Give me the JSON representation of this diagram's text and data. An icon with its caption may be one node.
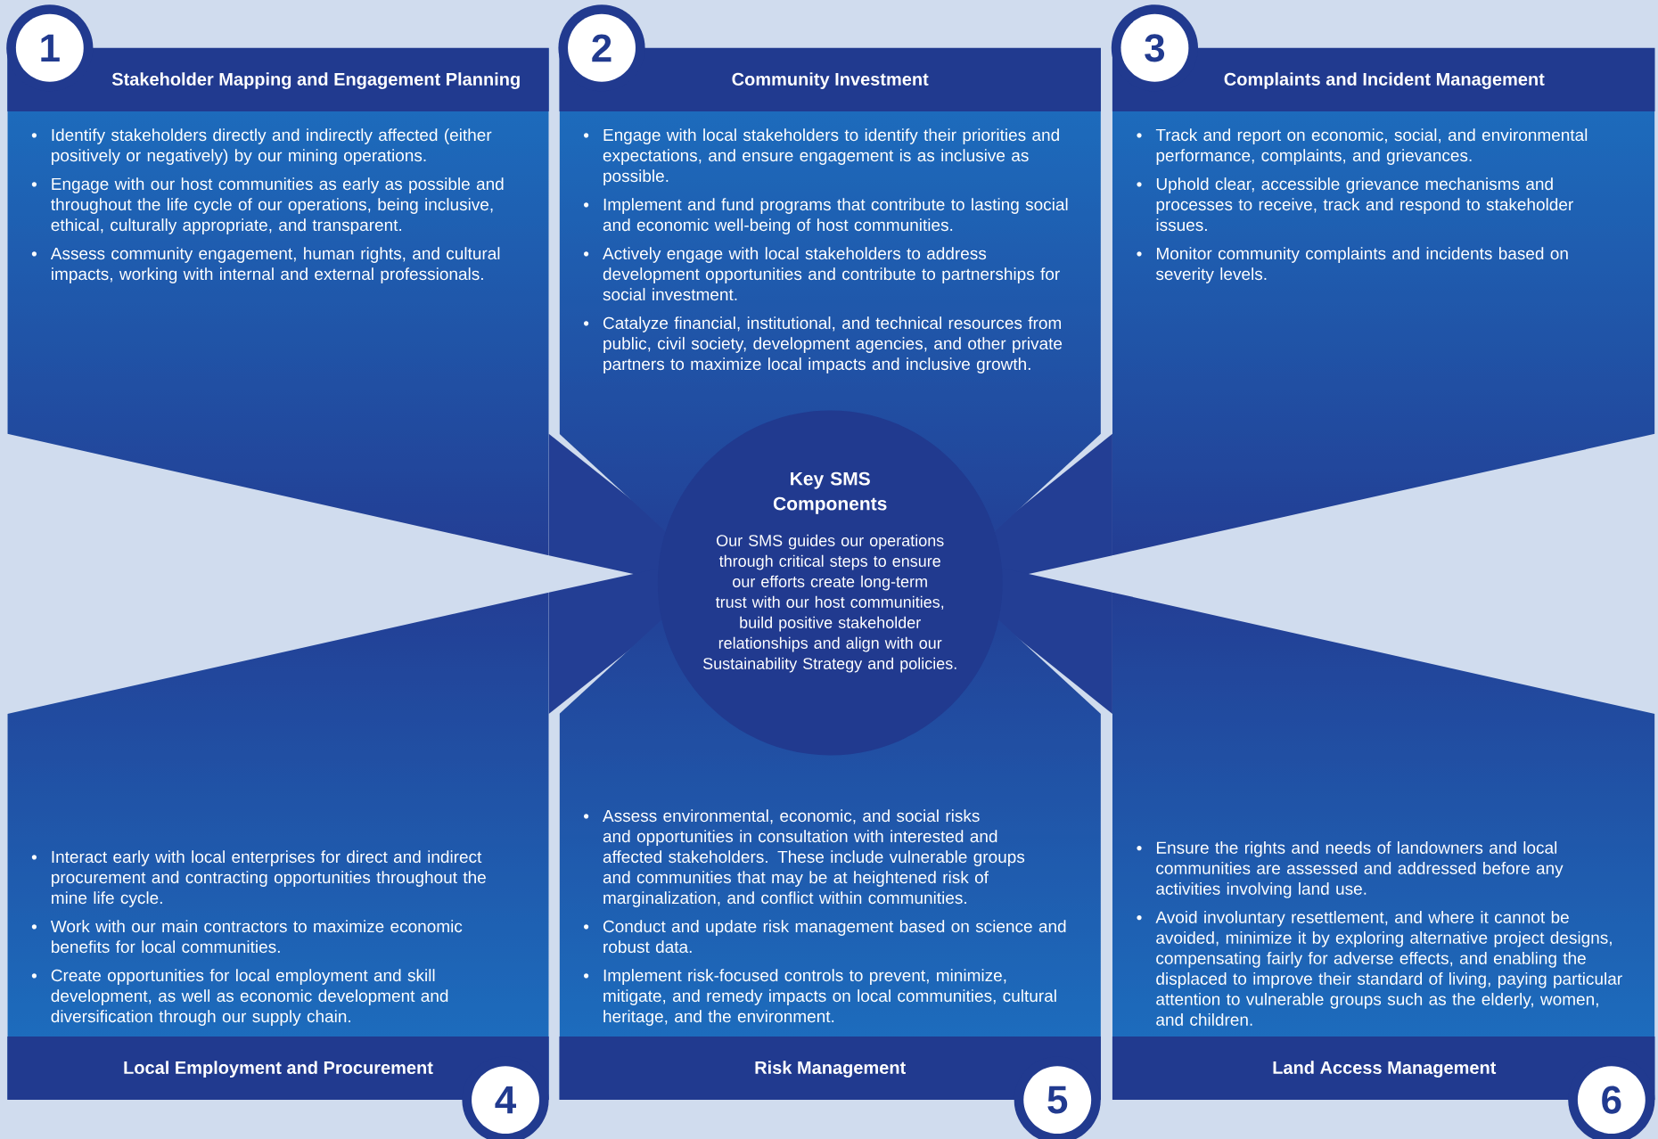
{
  "diagram": {
    "nodes": [
      {
        "text": [
          "1",
          "Stakeholder Mapping and Engagement Planning",
          "Identify stakeholders directly and indirectly affected (either positively or negatively) by our mining operations.",
          "Engage with our host communities as early as possible and throughout the life cycle of our operations, being inclusive, ethical, culturally appropriate, and transparent.",
          "Assess community engagement, human rights, and cultural impacts, working with internal and external professionals."
        ]
      },
      {
        "text": [
          "2",
          "Community Investment",
          "Engage with local stakeholders to identify their priorities and expectations, and ensure engagement is as inclusive as possible.",
          "Implement and fund programs that contribute to lasting social and economic well-being of host communities.",
          "Actively engage with local stakeholders to address development opportunities and contribute to partnerships for social investment.",
          "Catalyze financial, institutional, and technical resources from public, civil society, development agencies, and other private partners to maximize local impacts and inclusive growth."
        ]
      },
      {
        "text": [
          "3",
          "Complaints and Incident Management",
          "Track and report on economic, social, and environmental performance, complaints, and grievances.",
          "Uphold clear, accessible grievance mechanisms and processes to receive, track and respond to stakeholder issues.",
          "Monitor community complaints and incidents based on severity levels."
        ]
      },
      {
        "text": [
          "Interact early with local enterprises for direct and indirect procurement and contracting opportunities throughout the mine life cycle.",
          "Work with our main contractors to maximize economic benefits for local communities.",
          "Create opportunities for local employment and skill development, as well as economic development and diversification through our supply chain.",
          "Local Employment and Procurement",
          "4"
        ]
      },
      {
        "text": [
          "Assess environmental, economic, and social risks and opportunities in consultation with interested and affected stakeholders. These include vulnerable groups and communities that may be at heightened risk of marginalization, and conflict within communities.",
          "Conduct and update risk management based on science and robust data.",
          "Implement risk-focused controls to prevent, minimize, mitigate, and remedy impacts on local communities, cultural heritage, and the environment.",
          "Risk Management",
          "5"
        ]
      },
      {
        "text": [
          "Ensure the rights and needs of landowners and local communities are assessed and addressed before any activities involving land use.",
          "Avoid involuntary resettlement, and where it cannot be avoided, minimize it by exploring alternative project designs, compensating fairly for adverse effects, and enabling the displaced to improve their standard of living, paying particular attention to vulnerable groups such as the elderly, women, and children.",
          "Land Access Management",
          "6"
        ]
      },
      {
        "text": [
          "Key SMS Components",
          "Our SMS guides our operations through critical steps to ensure our efforts create long-term trust with our host communities, build positive stakeholder relationships and align with our Sustainability Strategy and policies."
        ]
      }
    ]
  }
}
